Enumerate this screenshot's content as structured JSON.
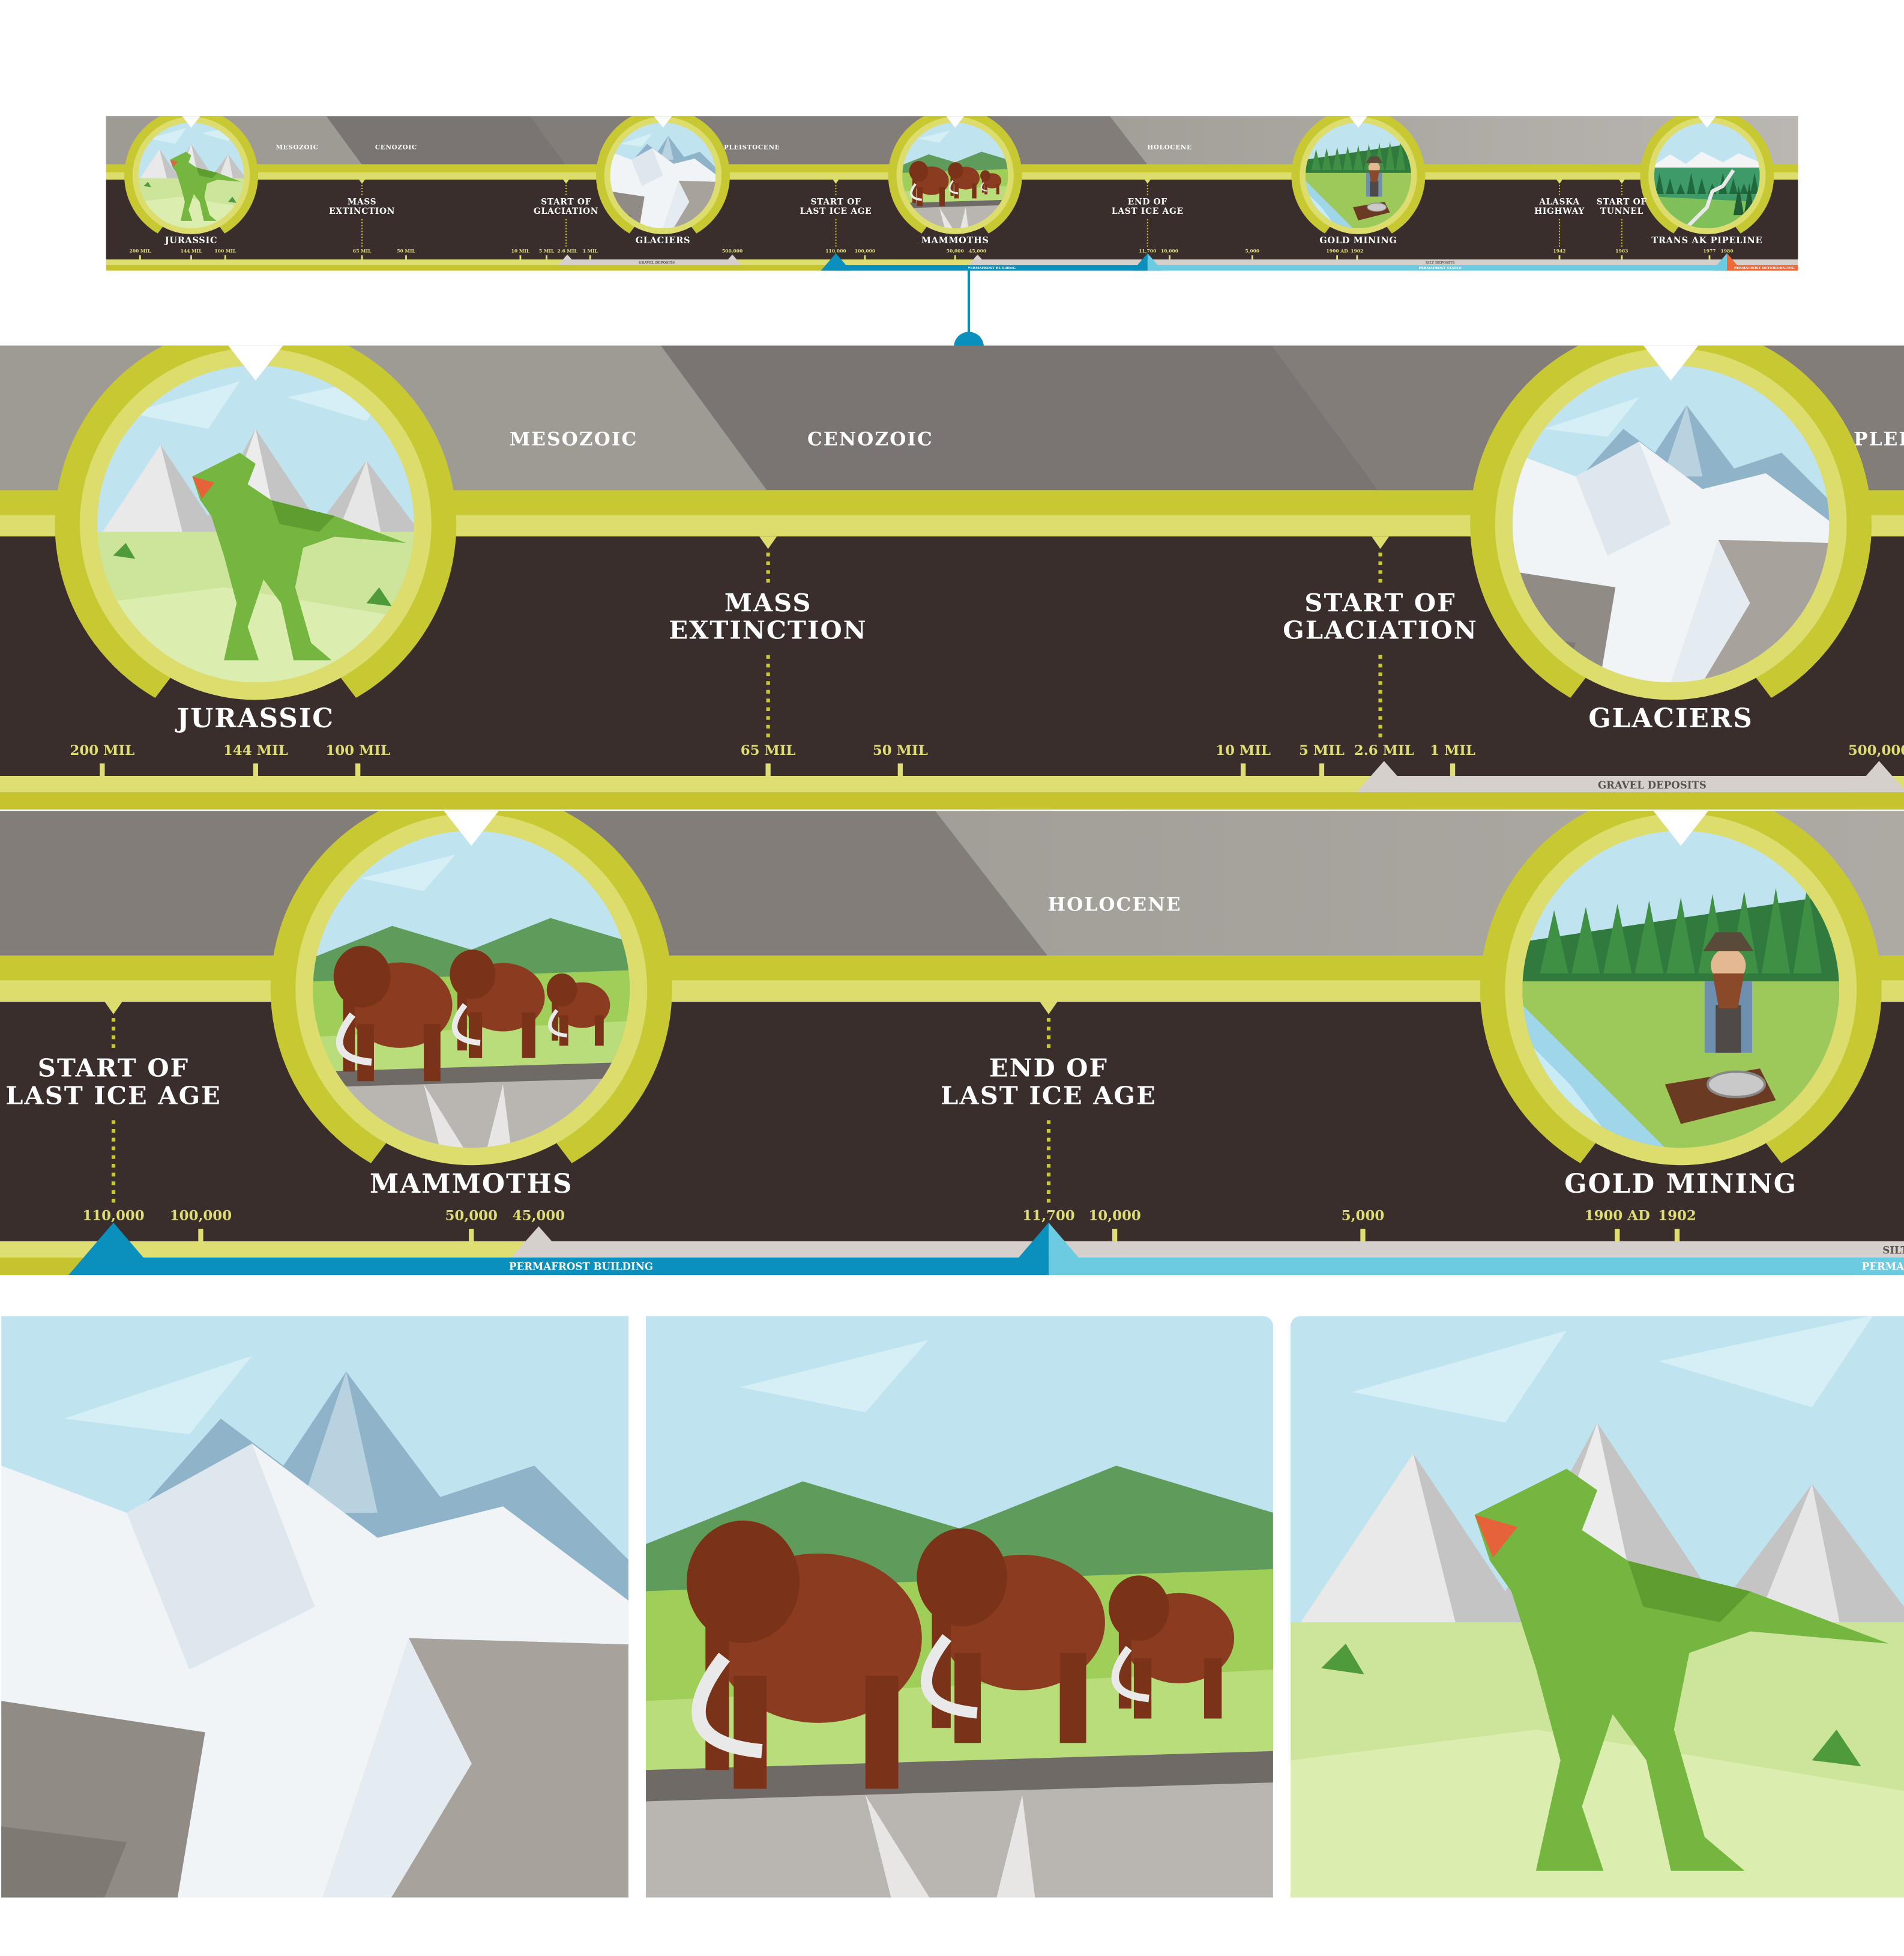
{
  "eras": [
    {
      "label": "MESOZOIC"
    },
    {
      "label": "CENOZOIC"
    },
    {
      "label": "PLEISTOCENE"
    },
    {
      "label": "HOLOCENE"
    }
  ],
  "circles": [
    {
      "label": "JURASSIC",
      "scene": "dinosaur"
    },
    {
      "label": "GLACIERS",
      "scene": "glacier"
    },
    {
      "label": "MAMMOTHS",
      "scene": "mammoths"
    },
    {
      "label": "GOLD MINING",
      "scene": "gold-miner"
    },
    {
      "label": "TRANS AK PIPELINE",
      "scene": "pipeline"
    }
  ],
  "events": [
    {
      "line1": "MASS",
      "line2": "EXTINCTION"
    },
    {
      "line1": "START OF",
      "line2": "GLACIATION"
    },
    {
      "line1": "START OF",
      "line2": "LAST ICE AGE"
    },
    {
      "line1": "END OF",
      "line2": "LAST ICE AGE"
    },
    {
      "line1": "ALASKA",
      "line2": "HIGHWAY"
    },
    {
      "line1": "START OF",
      "line2": "TUNNEL"
    }
  ],
  "ticks": [
    {
      "label": "200 MIL"
    },
    {
      "label": "144 MIL"
    },
    {
      "label": "100 MIL"
    },
    {
      "label": "65 MIL"
    },
    {
      "label": "50 MIL"
    },
    {
      "label": "10 MIL"
    },
    {
      "label": "5 MIL"
    },
    {
      "label": "2.6 MIL"
    },
    {
      "label": "1 MIL"
    },
    {
      "label": "500,000"
    },
    {
      "label": "110,000"
    },
    {
      "label": "100,000"
    },
    {
      "label": "50,000"
    },
    {
      "label": "45,000"
    },
    {
      "label": "11,700"
    },
    {
      "label": "10,000"
    },
    {
      "label": "5,000"
    },
    {
      "label": "1900 AD"
    },
    {
      "label": "1902"
    },
    {
      "label": "1942"
    },
    {
      "label": "1963"
    },
    {
      "label": "1977"
    },
    {
      "label": "1980"
    }
  ],
  "deposits": [
    {
      "label": "GRAVEL DEPOSITS"
    },
    {
      "label": "SILT DEPOSITS"
    }
  ],
  "permafrost": [
    {
      "label": "PERMAFROST BUILDING"
    },
    {
      "label": "PERMAFROST STABLE"
    },
    {
      "label": "PERMAFROST DETERIORATING"
    }
  ],
  "panels": [
    {
      "scene": "glacier"
    },
    {
      "scene": "mammoths"
    },
    {
      "scene": "dinosaur"
    }
  ],
  "colors": {
    "dark_band": "#3a2e2d",
    "lime": "#c8c932",
    "lime_light": "#dcdd6c",
    "permafrost_building": "#0b8fbd",
    "permafrost_stable": "#6ccbe0",
    "permafrost_deteriorating": "#ef6a3a",
    "deposits": "#d6d0cc"
  }
}
